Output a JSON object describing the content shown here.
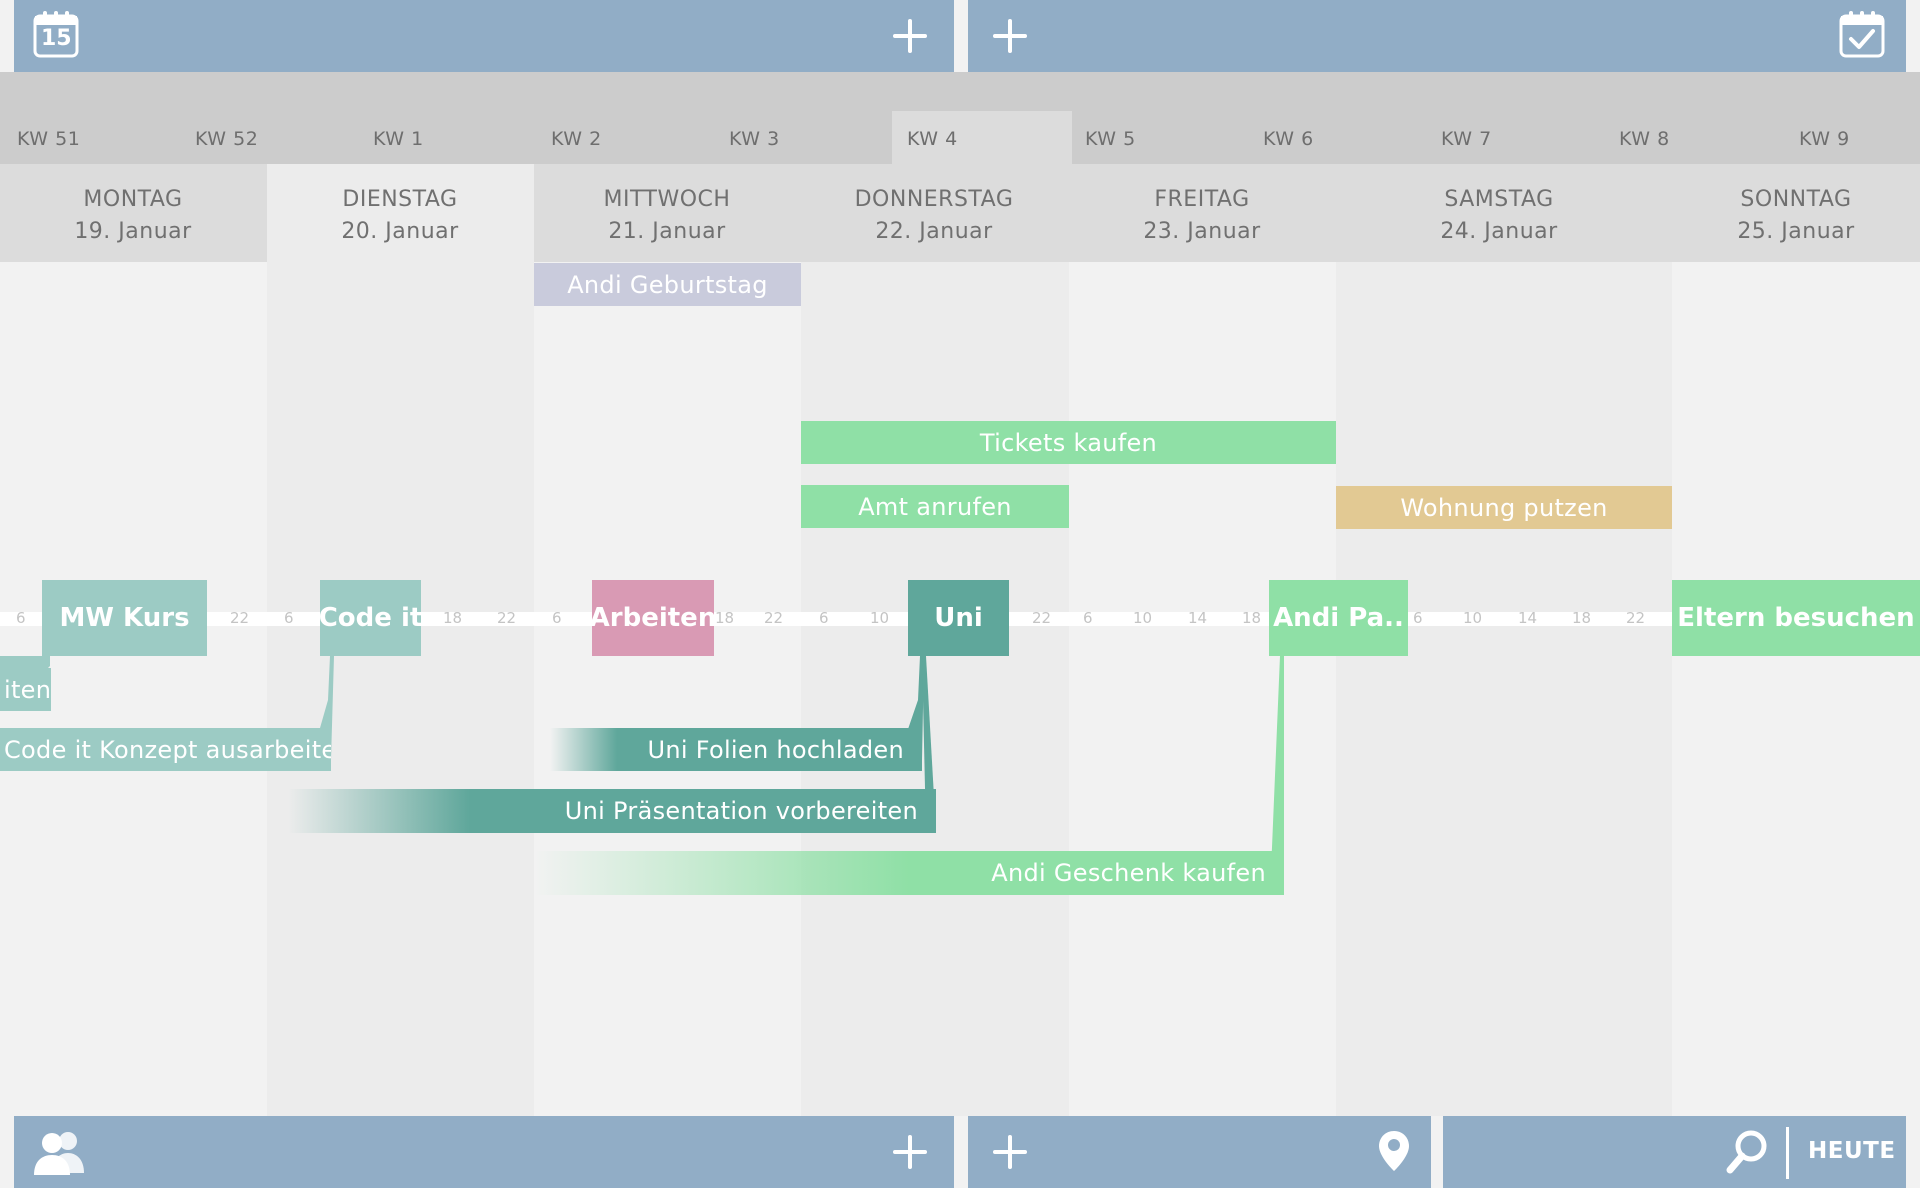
{
  "app": {
    "top_bar": {
      "calendar_icon_number": "15"
    },
    "bottom_bar": {
      "today_label": "HEUTE"
    }
  },
  "weeks": [
    "KW 51",
    "KW 52",
    "KW 1",
    "KW 2",
    "KW 3",
    "KW 4",
    "KW 5",
    "KW 6",
    "KW 7",
    "KW 8",
    "KW 9"
  ],
  "active_week": "KW 4",
  "days": [
    {
      "name": "MONTAG",
      "date": "19. Januar"
    },
    {
      "name": "DIENSTAG",
      "date": "20. Januar"
    },
    {
      "name": "MITTWOCH",
      "date": "21. Januar"
    },
    {
      "name": "DONNERSTAG",
      "date": "22. Januar"
    },
    {
      "name": "FREITAG",
      "date": "23. Januar"
    },
    {
      "name": "SAMSTAG",
      "date": "24. Januar"
    },
    {
      "name": "SONNTAG",
      "date": "25. Januar"
    }
  ],
  "all_day_events": {
    "birthday": "Andi Geburtstag",
    "tickets": "Tickets kaufen",
    "amt": "Amt anrufen",
    "wohnung": "Wohnung putzen"
  },
  "timeline_events": {
    "mw_kurs": "MW Kurs",
    "code_it": "Code it",
    "arbeiten": "Arbeiten",
    "uni": "Uni",
    "andi_party": "Andi Pa..",
    "eltern": "Eltern besuchen"
  },
  "tasks": {
    "prev_tail": "iten",
    "code_it_konzept": "Code it Konzept ausarbeiten",
    "uni_folien": "Uni Folien hochladen",
    "uni_praesentation": "Uni Präsentation vorbereiten",
    "andi_geschenk": "Andi Geschenk kaufen"
  },
  "ticks": {
    "montag": [
      "6",
      "22"
    ],
    "dienstag": [
      "6",
      "18",
      "22"
    ],
    "mittwoch": [
      "6",
      "18",
      "22"
    ],
    "donnerstag": [
      "6",
      "10",
      "22"
    ],
    "freitag": [
      "6",
      "10",
      "14",
      "18"
    ],
    "samstag": [
      "6",
      "10",
      "14",
      "18",
      "22"
    ]
  },
  "colors": {
    "bar": "#91adc6",
    "teal_light": "#9ccbc4",
    "teal_dark": "#5fa79b",
    "pink": "#d99ab4",
    "green": "#8fe0a6",
    "ochre": "#e2c993",
    "lavender": "#c9cbdc"
  }
}
